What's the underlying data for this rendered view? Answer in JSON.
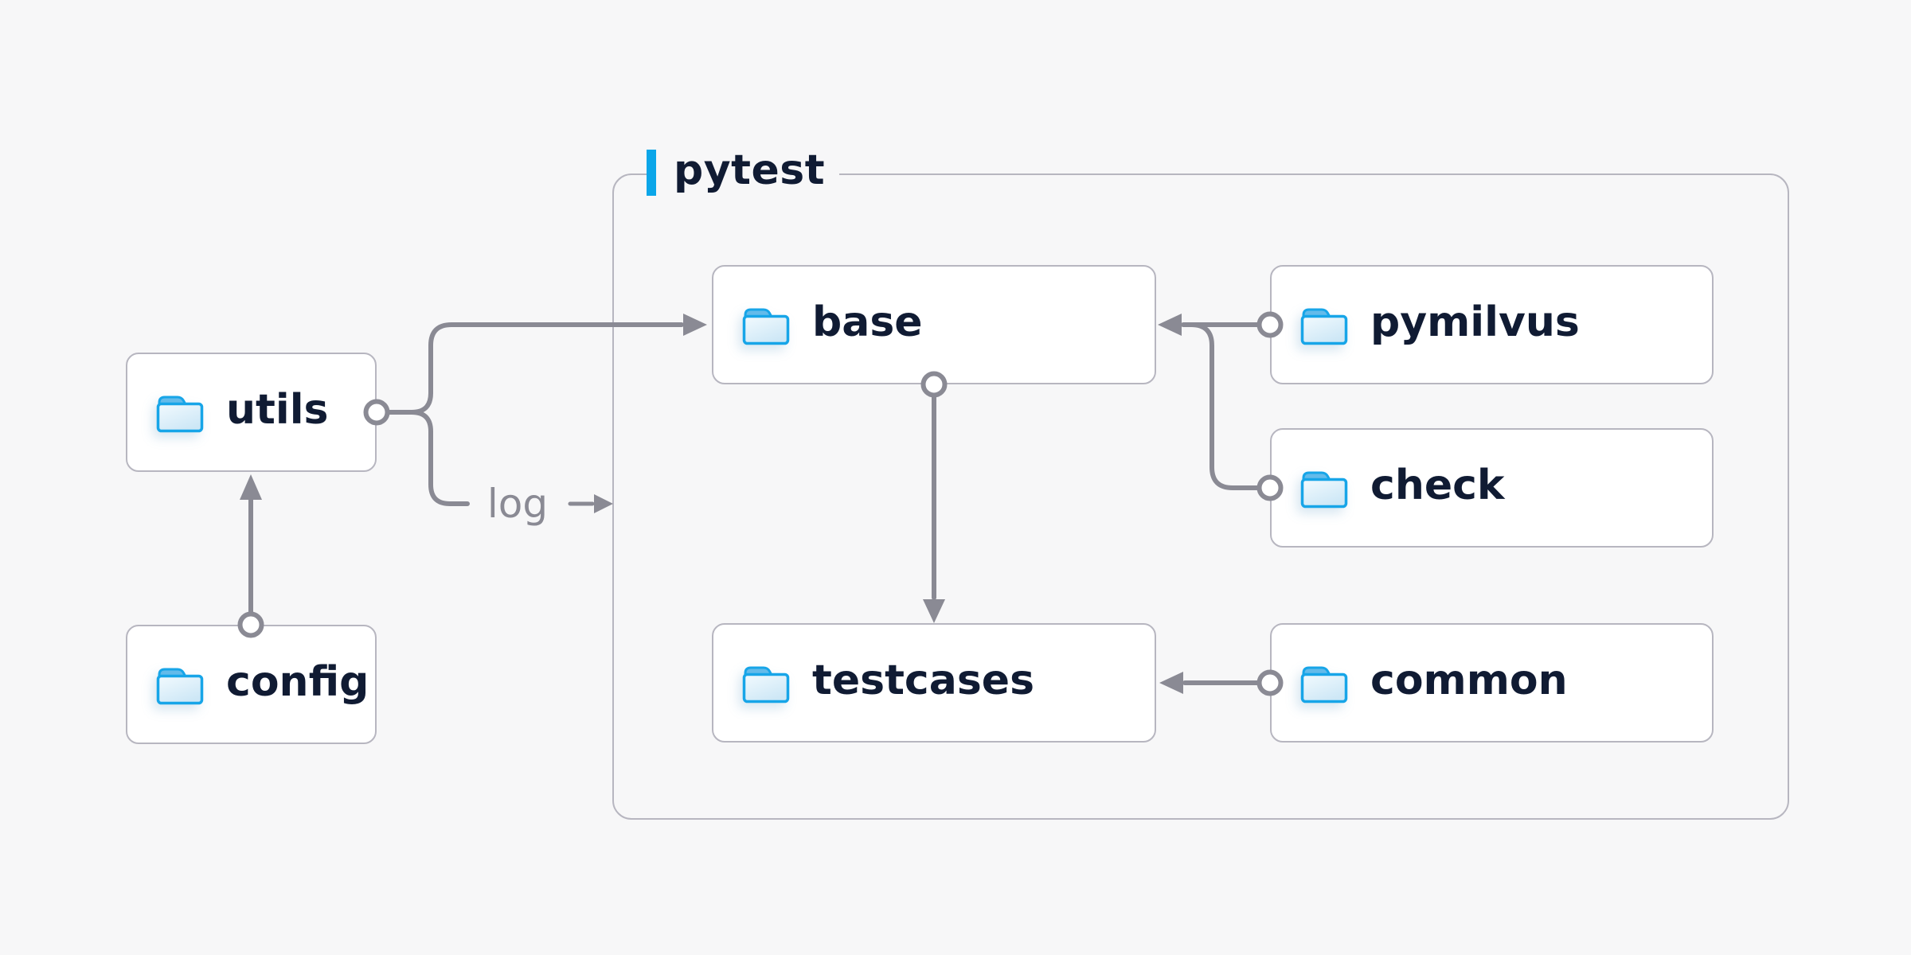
{
  "page": {
    "background": "#f7f7f8"
  },
  "container": {
    "label": "pytest",
    "accent_color": "#0ba6e9",
    "border_color": "#b7b6c0"
  },
  "nodes": [
    {
      "id": "utils",
      "label": "utils",
      "icon": "folder-icon"
    },
    {
      "id": "config",
      "label": "config",
      "icon": "folder-icon"
    },
    {
      "id": "base",
      "label": "base",
      "icon": "folder-icon"
    },
    {
      "id": "pymilvus",
      "label": "pymilvus",
      "icon": "folder-icon"
    },
    {
      "id": "check",
      "label": "check",
      "icon": "folder-icon"
    },
    {
      "id": "testcases",
      "label": "testcases",
      "icon": "folder-icon"
    },
    {
      "id": "common",
      "label": "common",
      "icon": "folder-icon"
    }
  ],
  "edges": [
    {
      "from": "config",
      "to": "utils"
    },
    {
      "from": "utils",
      "to": "base"
    },
    {
      "from": "utils",
      "to": "pytest",
      "label": "log"
    },
    {
      "from": "base",
      "to": "testcases"
    },
    {
      "from": "pymilvus",
      "to": "base"
    },
    {
      "from": "check",
      "to": "base"
    },
    {
      "from": "common",
      "to": "testcases"
    }
  ],
  "edge_label": "log",
  "colors": {
    "node_text": "#101b33",
    "line": "#8a8a94",
    "folder_blue": "#17a5e8",
    "node_fill": "#ffffff",
    "node_border": "#b7b6c0"
  }
}
